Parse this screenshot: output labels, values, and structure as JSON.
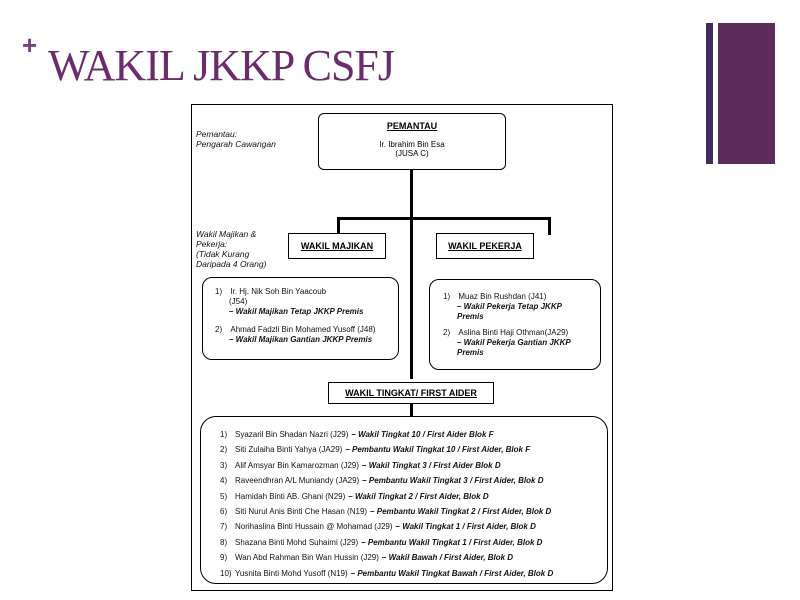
{
  "slide": {
    "plus": "+",
    "title": "WAKIL JKKP CSFJ"
  },
  "chart": {
    "side_pemantau": [
      "Pemantau:",
      "Pengarah Cawangan"
    ],
    "side_wakil": [
      "Wakil Majikan &",
      "Pekerja:",
      "(Tidak Kurang",
      "Daripada 4 Orang)"
    ],
    "pemantau": {
      "header": "PEMANTAU",
      "name": "Ir. Ibrahim Bin Esa",
      "grade": "(JUSA C)"
    },
    "wakil_majikan": {
      "header": "WAKIL MAJIKAN",
      "items": [
        {
          "num": "1)",
          "name": "Ir. Hj. Nik Soh Bin Yaacoub",
          "code": "(J54)",
          "role": "– Wakil Majikan Tetap JKKP Premis"
        },
        {
          "num": "2)",
          "name": "Ahmad Fadzli Bin Mohamed Yusoff (J48)",
          "code": "",
          "role": "– Wakil Majikan Gantian JKKP Premis"
        }
      ]
    },
    "wakil_pekerja": {
      "header": "WAKIL PEKERJA",
      "items": [
        {
          "num": "1)",
          "name": "Muaz Bin Rushdan (J41)",
          "role": "– Wakil Pekerja Tetap JKKP",
          "role2": "Premis"
        },
        {
          "num": "2)",
          "name": "Aslina Binti Haji Othman(JA29)",
          "role": "– Wakil Pekerja Gantian JKKP",
          "role2": "Premis"
        }
      ]
    },
    "wakil_tingkat": {
      "header": "WAKIL TINGKAT/ FIRST AIDER",
      "items": [
        {
          "num": "1)",
          "name": "Syazaril Bin Shadan Nazri (J29)",
          "role": "– Wakil Tingkat 10 / First Aider Blok F"
        },
        {
          "num": "2)",
          "name": "Siti Zulaiha Binti Yahya (JA29)",
          "role": "– Pembantu Wakil Tingkat 10 / First Aider, Blok F"
        },
        {
          "num": "3)",
          "name": "Alif Amsyar Bin Kamarozman (J29)",
          "role": "– Wakil Tingkat 3 / First Aider Blok D"
        },
        {
          "num": "4)",
          "name": "Raveendhran A/L Muniandy (JA29)",
          "role": "– Pembantu Wakil Tingkat 3 / First Aider, Blok D"
        },
        {
          "num": "5)",
          "name": "Hamidah Binti AB. Ghani (N29)",
          "role": "– Wakil Tingkat 2 / First Aider, Blok D"
        },
        {
          "num": "6)",
          "name": "Siti Nurul Anis Binti Che Hasan (N19)",
          "role": "– Pembantu Wakil Tingkat 2 / First Aider, Blok D"
        },
        {
          "num": "7)",
          "name": "Norihaslina Binti Hussain @ Mohamad (J29)",
          "role": "– Wakil Tingkat 1 / First Aider, Blok D"
        },
        {
          "num": "8)",
          "name": "Shazana Binti Mohd Suhaimi (J29)",
          "role": "– Pembantu Wakil Tingkat 1 / First Aider, Blok D"
        },
        {
          "num": "9)",
          "name": "Wan Abd Rahman Bin Wan Hussin (J29)",
          "role": "– Wakil Bawah / First Aider, Blok D"
        },
        {
          "num": "10)",
          "name": "Yusnita Binti Mohd Yusoff (N19)",
          "role": "– Pembantu Wakil Tingkat Bawah / First Aider, Blok D"
        }
      ]
    }
  }
}
